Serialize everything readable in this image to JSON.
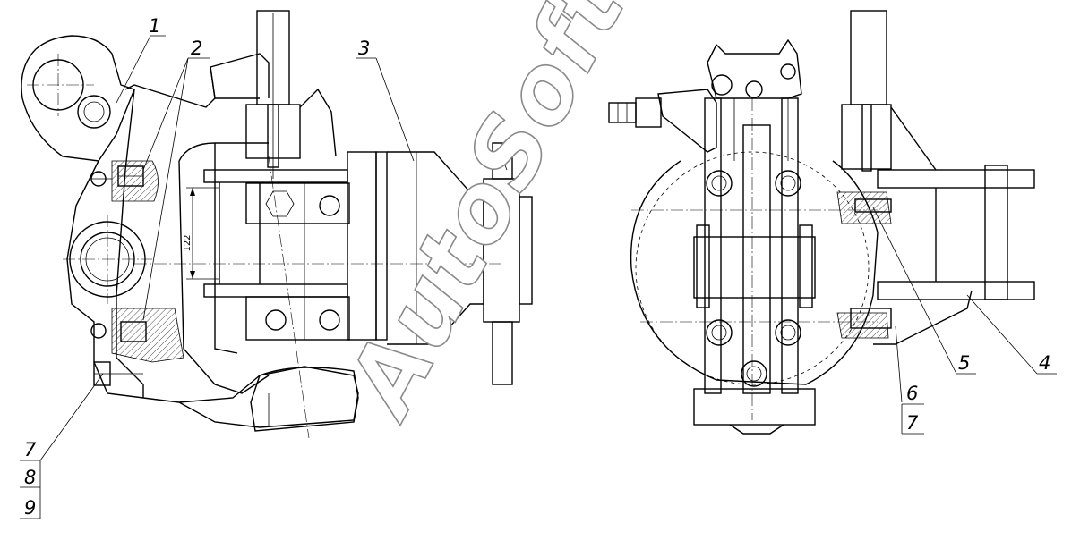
{
  "callouts": {
    "c1": "1",
    "c2": "2",
    "c3": "3",
    "c4": "4",
    "c5": "5",
    "c6": "6",
    "c7a": "7",
    "c7b": "7",
    "c8": "8",
    "c9": "9"
  },
  "dimension": {
    "d122": "122"
  },
  "watermark": "AutoSoft",
  "colors": {
    "line": "#000000",
    "background": "#ffffff",
    "watermark_outline": "#8a8a8a"
  }
}
